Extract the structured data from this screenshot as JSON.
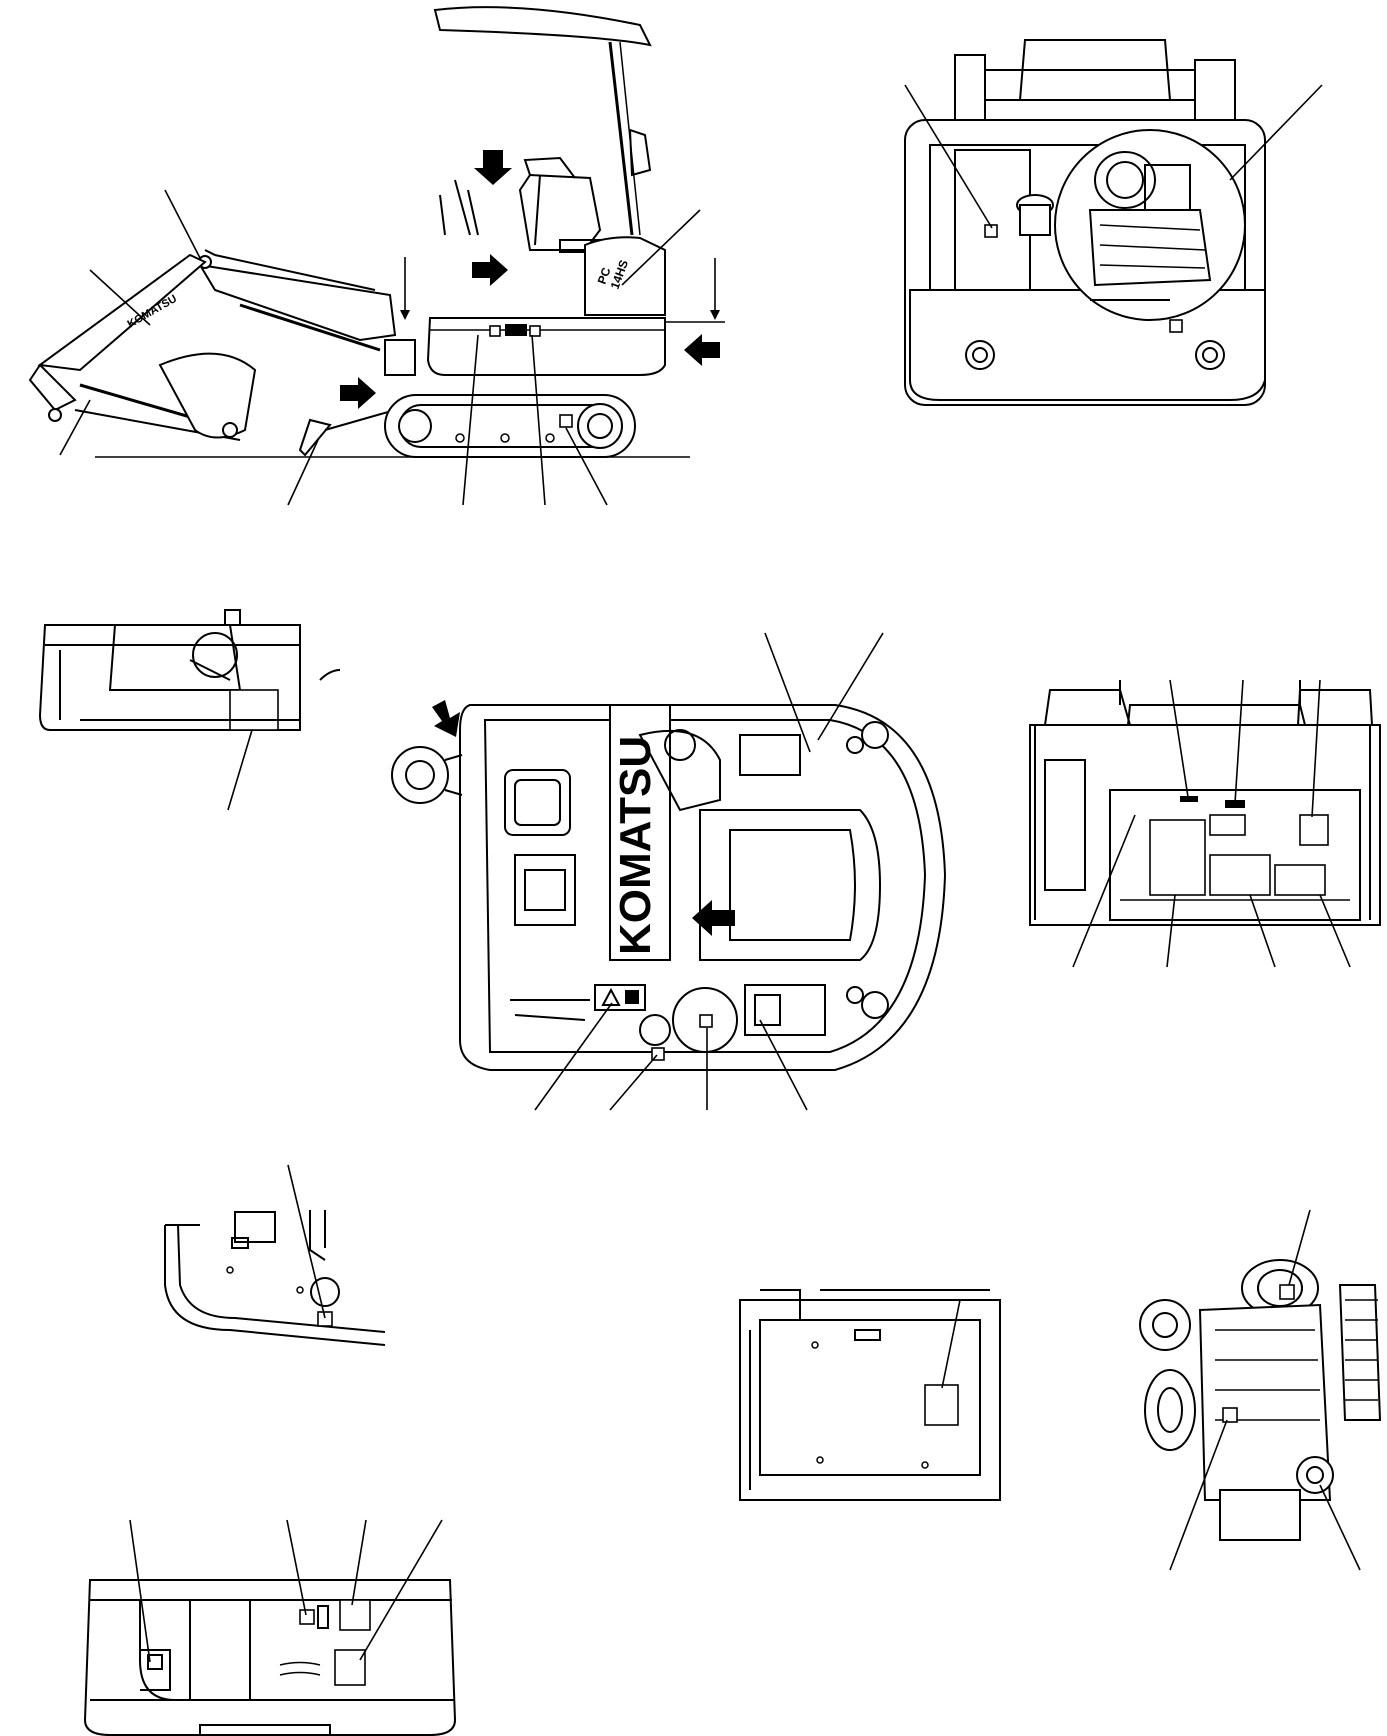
{
  "figure": {
    "brand_text": "KOMATSU",
    "model_badge_top": "PC",
    "model_badge_bottom": "14HS"
  },
  "views": [
    {
      "name": "side-view"
    },
    {
      "name": "rear-view"
    },
    {
      "name": "left-panel-view"
    },
    {
      "name": "top-view"
    },
    {
      "name": "cover-interior-view"
    },
    {
      "name": "floor-detail-view"
    },
    {
      "name": "battery-panel-view"
    },
    {
      "name": "engine-view"
    },
    {
      "name": "counterweight-view"
    }
  ]
}
